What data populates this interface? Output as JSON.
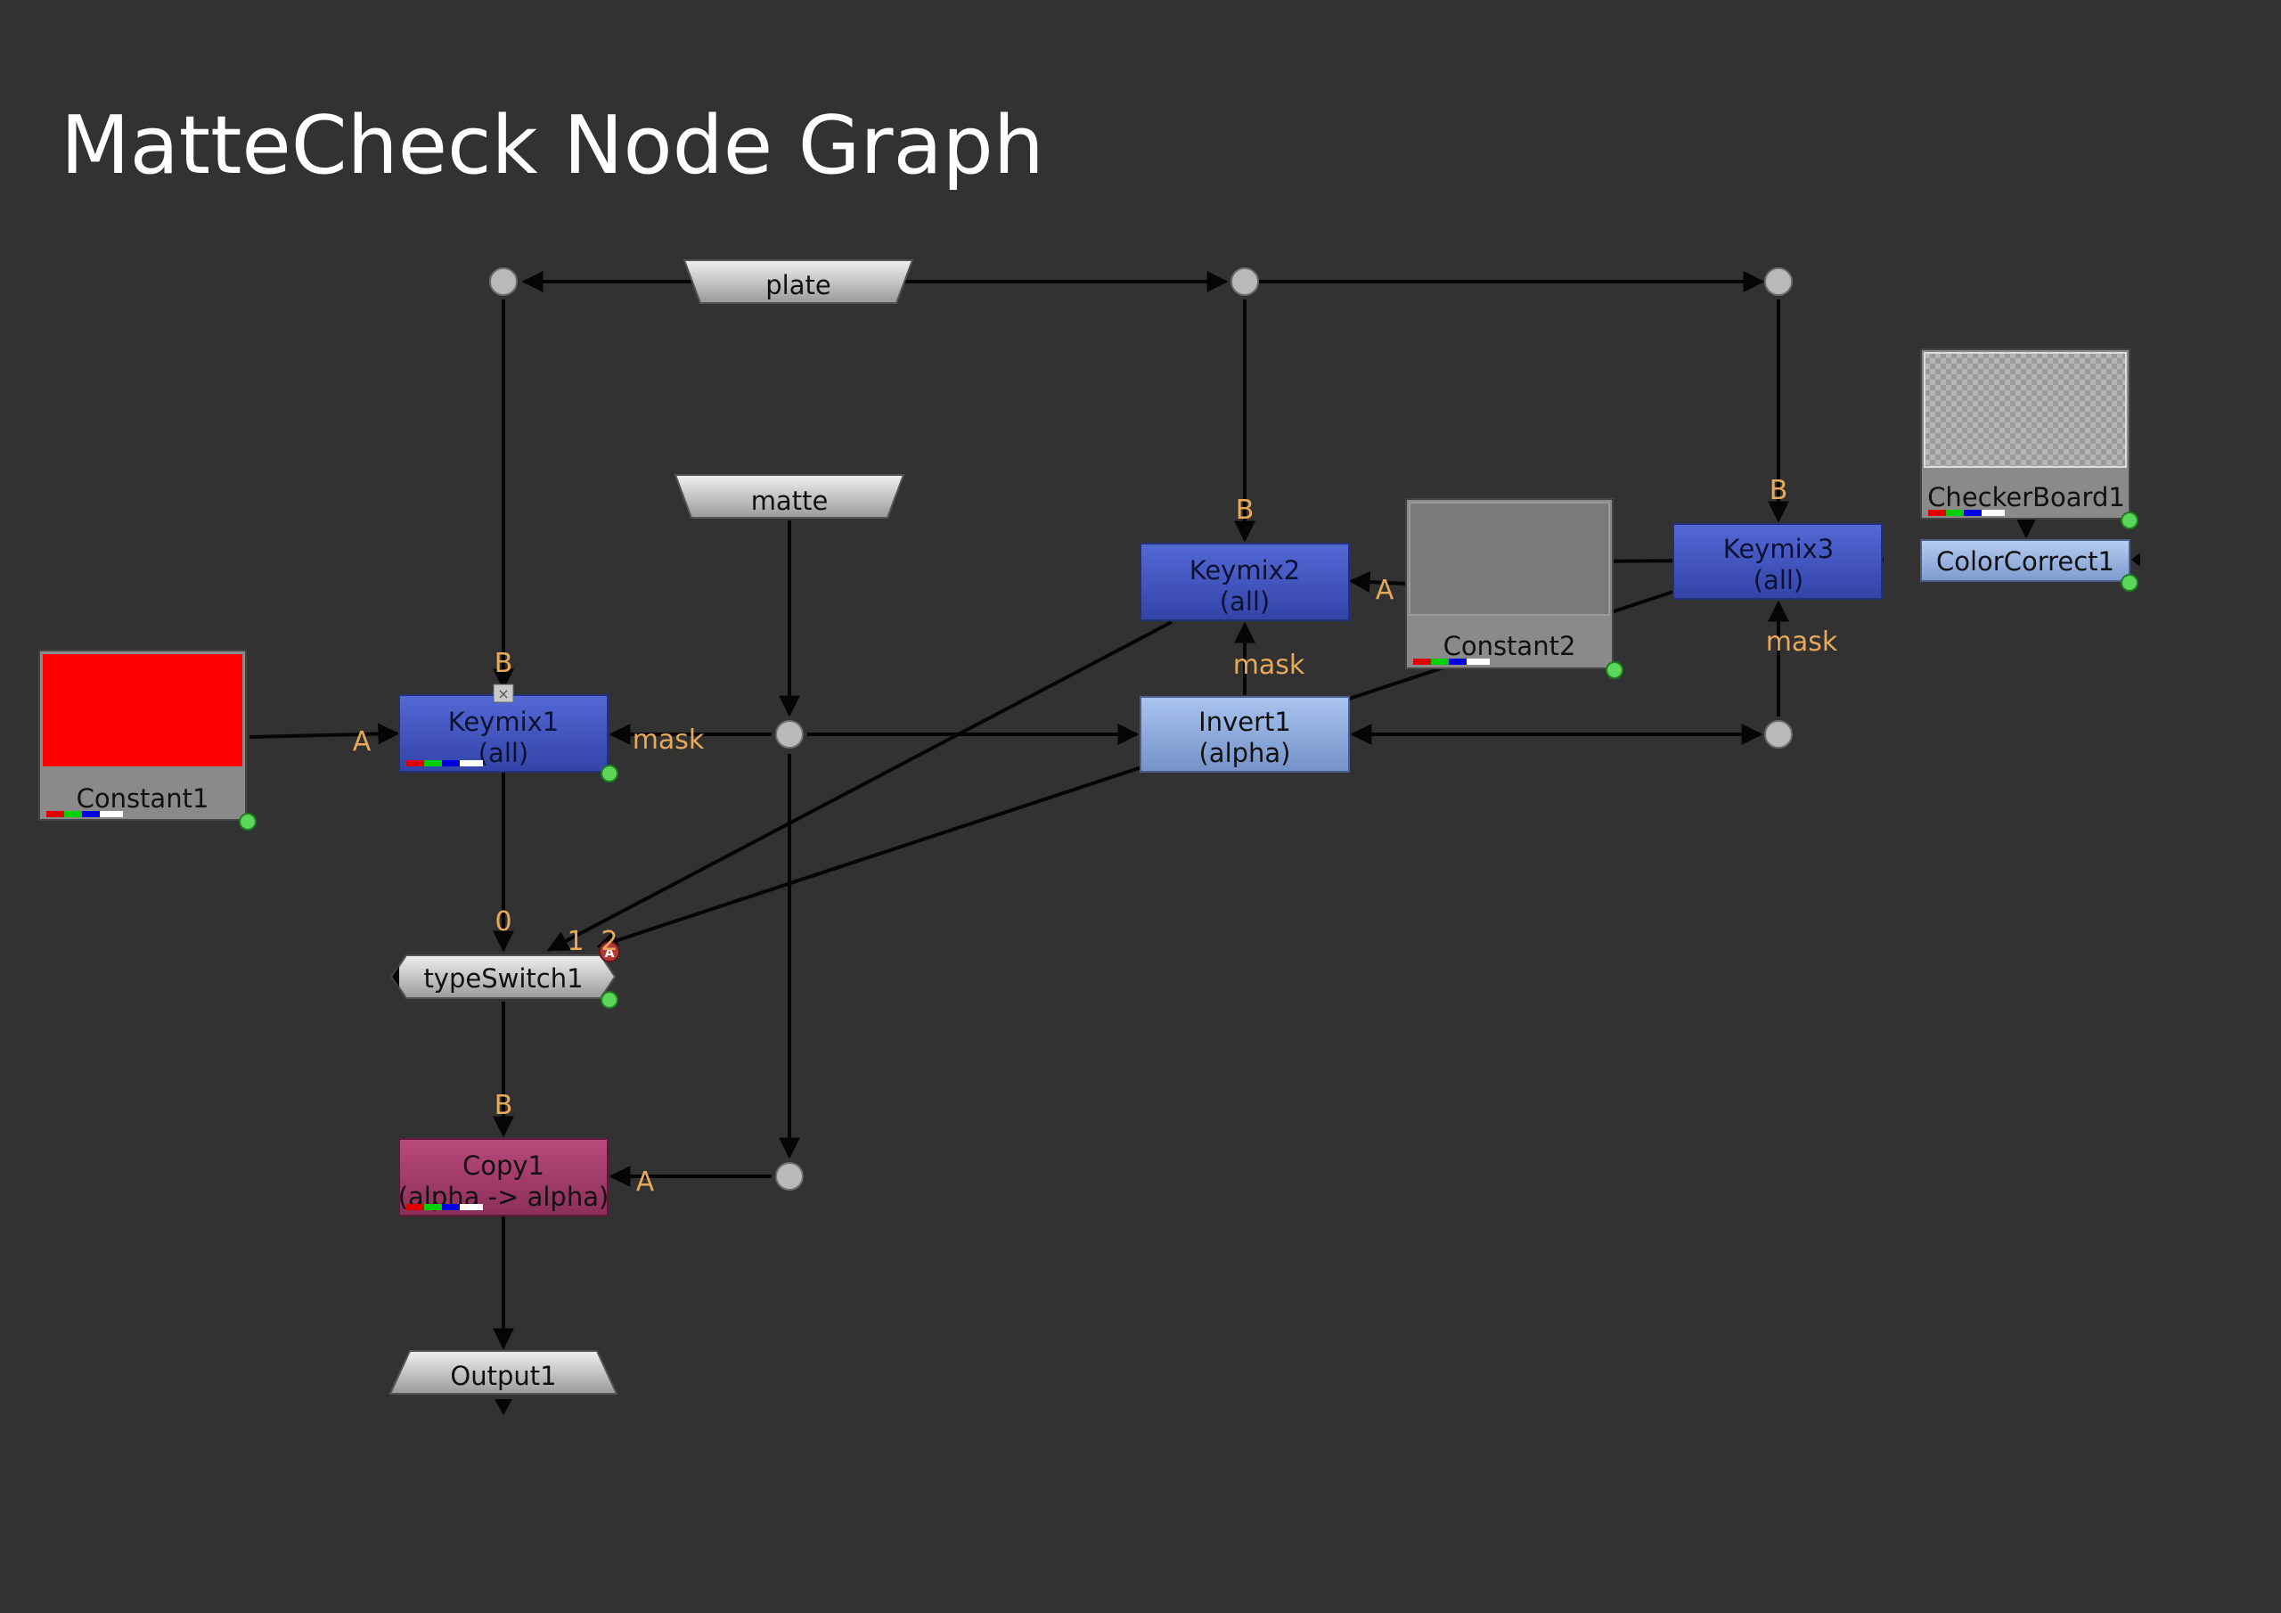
{
  "title": "MatteCheck Node Graph",
  "colors": {
    "background": "#323232",
    "keymix": "#4458c4",
    "invert": "#8fb0e6",
    "copy": "#a83e6e",
    "constant1_thumb": "#ff0000",
    "constant2_thumb": "#7a7a7a",
    "port_label": "#e8a95a",
    "edge": "#050505"
  },
  "nodes": {
    "plate": {
      "label": "plate"
    },
    "matte": {
      "label": "matte"
    },
    "constant1": {
      "label": "Constant1"
    },
    "keymix1": {
      "label": "Keymix1",
      "sublabel": "(all)"
    },
    "keymix2": {
      "label": "Keymix2",
      "sublabel": "(all)"
    },
    "keymix3": {
      "label": "Keymix3",
      "sublabel": "(all)"
    },
    "invert1": {
      "label": "Invert1",
      "sublabel": "(alpha)"
    },
    "constant2": {
      "label": "Constant2"
    },
    "checkerboard1": {
      "label": "CheckerBoard1"
    },
    "colorcorrect1": {
      "label": "ColorCorrect1"
    },
    "typeswitch1": {
      "label": "typeSwitch1"
    },
    "copy1": {
      "label": "Copy1",
      "sublabel": "(alpha -> alpha)"
    },
    "output1": {
      "label": "Output1"
    }
  },
  "ports": {
    "keymix1_b": "B",
    "keymix1_a": "A",
    "keymix1_mask": "mask",
    "keymix2_b": "B",
    "keymix2_a": "A",
    "keymix2_mask": "mask",
    "keymix3_b": "B",
    "keymix3_mask": "mask",
    "typeswitch_0": "0",
    "typeswitch_1": "1",
    "typeswitch_2": "2",
    "copy1_b": "B",
    "copy1_a": "A"
  }
}
